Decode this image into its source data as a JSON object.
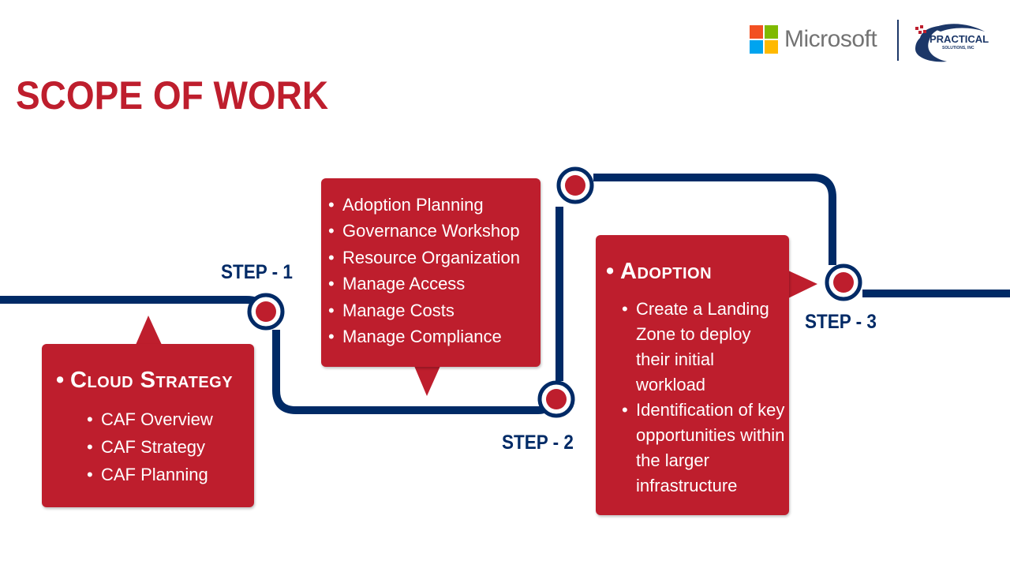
{
  "header": {
    "title": "SCOPE OF WORK",
    "logos": {
      "microsoft": {
        "text": "Microsoft",
        "squares": [
          "#f25022",
          "#7fba00",
          "#00a4ef",
          "#ffb900"
        ]
      },
      "partner": {
        "name": "PRACTICAL",
        "subtitle": "SOLUTIONS, INC"
      }
    }
  },
  "colors": {
    "accent_red": "#be1e2d",
    "navy": "#002a66",
    "white": "#ffffff"
  },
  "steps": [
    {
      "label": "STEP - 1"
    },
    {
      "label": "STEP - 2"
    },
    {
      "label": "STEP - 3"
    }
  ],
  "boxes": {
    "cloud_strategy": {
      "heading": "Cloud Strategy",
      "items": [
        "CAF Overview",
        "CAF Strategy",
        "CAF Planning"
      ]
    },
    "governance": {
      "items": [
        "Adoption Planning",
        "Governance Workshop",
        "Resource Organization",
        "Manage Access",
        "Manage Costs",
        "Manage Compliance"
      ]
    },
    "adoption": {
      "heading": "Adoption",
      "items": [
        "Create a Landing Zone to deploy their initial workload",
        "Identification of key opportunities within the larger infrastructure"
      ]
    }
  }
}
